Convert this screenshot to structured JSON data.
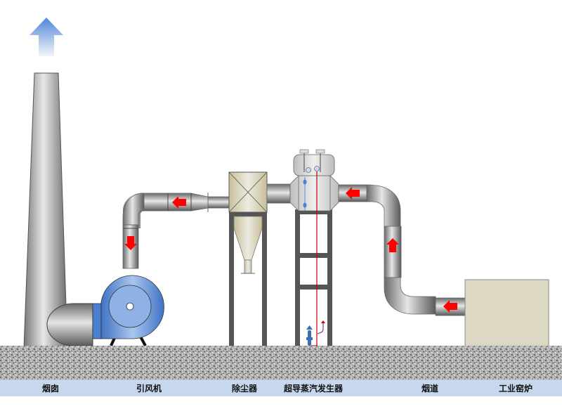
{
  "diagram": {
    "title": "",
    "flow_direction": "工业窑炉 → 烟道 → 超导蒸汽发生器 → 除尘器 → 引风机 → 烟囱",
    "colors": {
      "flow_arrow": "#ff0000",
      "pipe": "#a8a8a8",
      "fan": "#5b8fd6",
      "dust_collector": "#d9d3b6",
      "kiln": "#ddd8c3",
      "frame": "#555555",
      "ground": "#9a9a9a",
      "label_bar": "#c7d8ee",
      "exhaust_arrow": "#5b8fd6",
      "steam_line": "#cc0000",
      "water_line": "#7aa8e0"
    },
    "labels": [
      {
        "id": "chimney",
        "text": "烟囱"
      },
      {
        "id": "fan",
        "text": "引风机"
      },
      {
        "id": "dust-collector",
        "text": "除尘器"
      },
      {
        "id": "steam-generator",
        "text": "超导蒸汽发生器"
      },
      {
        "id": "flue",
        "text": "烟道"
      },
      {
        "id": "kiln",
        "text": "工业窑炉"
      }
    ],
    "flow_arrows": [
      {
        "id": "arrow-flue-bottom",
        "direction": "left"
      },
      {
        "id": "arrow-flue-vertical",
        "direction": "up"
      },
      {
        "id": "arrow-flue-top",
        "direction": "left"
      },
      {
        "id": "arrow-duct-to-fan-horizontal",
        "direction": "left"
      },
      {
        "id": "arrow-duct-to-fan-vertical",
        "direction": "down"
      }
    ]
  }
}
